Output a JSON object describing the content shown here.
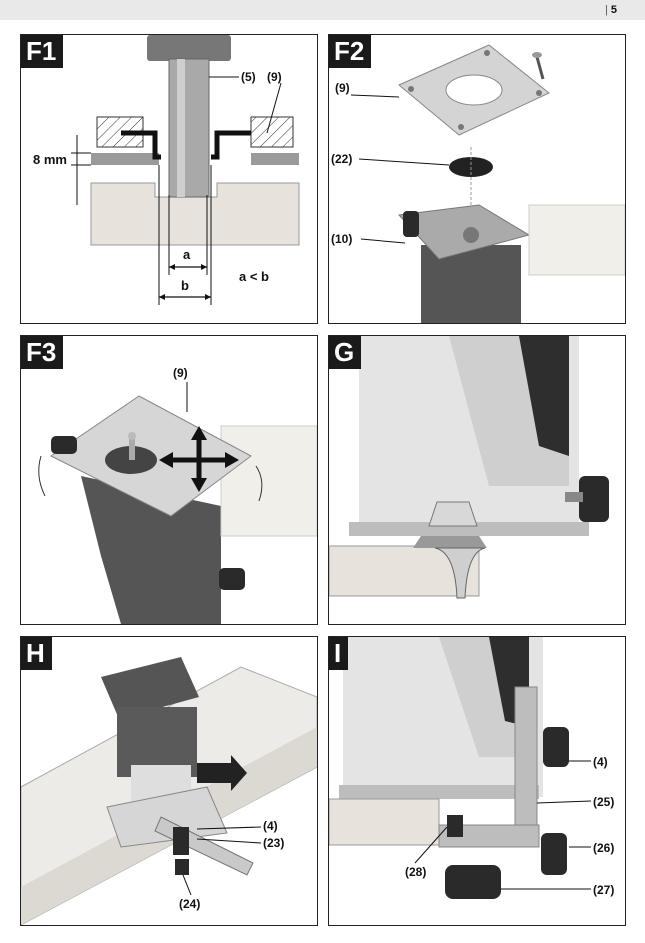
{
  "header": {
    "page_number": "5"
  },
  "panels": {
    "f1": {
      "tag": "F1",
      "callouts": [
        "(5)",
        "(9)"
      ],
      "depth": "8 mm",
      "dim_a": "a",
      "dim_b": "b",
      "relation": "a < b"
    },
    "f2": {
      "tag": "F2",
      "callouts": [
        "(9)",
        "(22)",
        "(10)"
      ]
    },
    "f3": {
      "tag": "F3",
      "callouts": [
        "(9)"
      ]
    },
    "g": {
      "tag": "G"
    },
    "h": {
      "tag": "H",
      "callouts": [
        "(4)",
        "(23)",
        "(24)"
      ]
    },
    "i": {
      "tag": "I",
      "callouts": [
        "(4)",
        "(25)",
        "(26)",
        "(28)",
        "(27)"
      ]
    }
  }
}
